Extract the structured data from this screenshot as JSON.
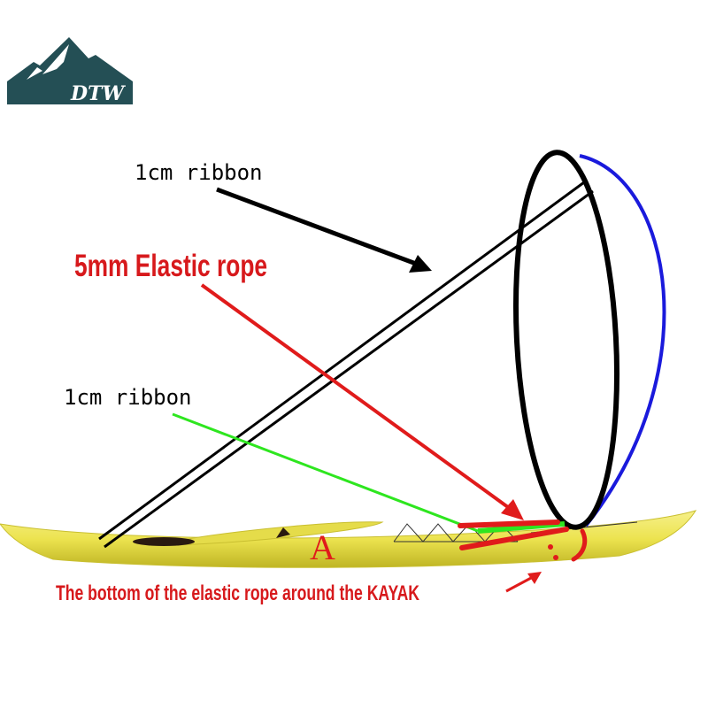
{
  "logo": {
    "text": "DTW",
    "color": "#244f55"
  },
  "labels": {
    "ribbon_top": "1cm ribbon",
    "elastic_rope": "5mm Elastic rope",
    "ribbon_mid": "1cm ribbon",
    "kayak_marker": "A",
    "bottom_caption": "The bottom of the elastic rope around the KAYAK"
  },
  "colors": {
    "kayak": "#f1ea5e",
    "red": "#e01b1b",
    "green": "#2ee61f",
    "blue": "#1a1adc",
    "black": "#000000"
  }
}
